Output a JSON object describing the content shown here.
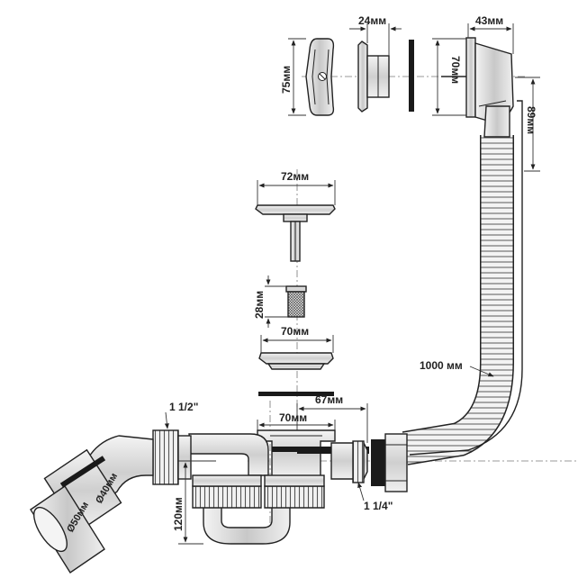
{
  "dimensions": {
    "overflow_cover_height": "75мм",
    "overflow_flange_width": "24мм",
    "overflow_body_height": "70мм",
    "overflow_body_width": "43мм",
    "overflow_drop": "89мм",
    "plug_diameter": "72мм",
    "strainer_height": "28мм",
    "grate_diameter": "70мм",
    "hose_length": "1000 мм",
    "outlet_offset": "67мм",
    "drain_diameter": "70мм",
    "trap_inlet_thread": "1 1/2\"",
    "trap_depth": "120мм",
    "waste_pipe_inner": "Ø40мм",
    "waste_pipe_outer": "Ø50мм",
    "overflow_thread": "1 1/4\""
  },
  "colors": {
    "line": "#222222",
    "fill_light": "#e8e8e8",
    "fill_mid": "#bdbdbd",
    "fill_dark": "#1a1a1a",
    "background": "#ffffff"
  }
}
